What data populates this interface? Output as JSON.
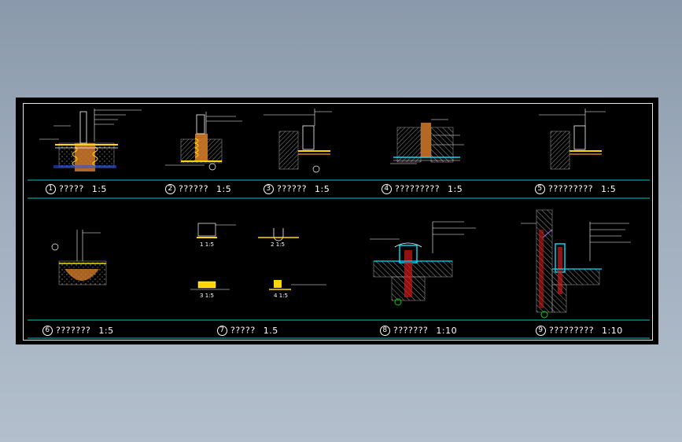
{
  "captions": [
    {
      "num": "1",
      "title": "?????",
      "scale": "1:5"
    },
    {
      "num": "2",
      "title": "??????",
      "scale": "1:5"
    },
    {
      "num": "3",
      "title": "??????",
      "scale": "1:5"
    },
    {
      "num": "4",
      "title": "?????????",
      "scale": "1:5"
    },
    {
      "num": "5",
      "title": "?????????",
      "scale": "1:5"
    },
    {
      "num": "6",
      "title": "???????",
      "scale": "1:5"
    },
    {
      "num": "7",
      "title": "?????",
      "scale": "1.5"
    },
    {
      "num": "8",
      "title": "???????",
      "scale": "1:10"
    },
    {
      "num": "9",
      "title": "?????????",
      "scale": "1:10"
    }
  ],
  "sub_details": [
    {
      "num": "1",
      "scale": "1:5"
    },
    {
      "num": "2",
      "scale": "1:5"
    },
    {
      "num": "3",
      "scale": "1:5"
    },
    {
      "num": "4",
      "scale": "1:5"
    }
  ],
  "colors": {
    "line_white": "#ffffff",
    "divider_cyan": "#00c8c8",
    "hatch_gray": "#9a9a9a",
    "accent_yellow": "#ffd700",
    "accent_orange": "#d27a2a",
    "accent_red": "#d01818",
    "accent_cyan": "#00e0ff",
    "accent_green": "#00d000",
    "accent_purple": "#b070ff"
  }
}
